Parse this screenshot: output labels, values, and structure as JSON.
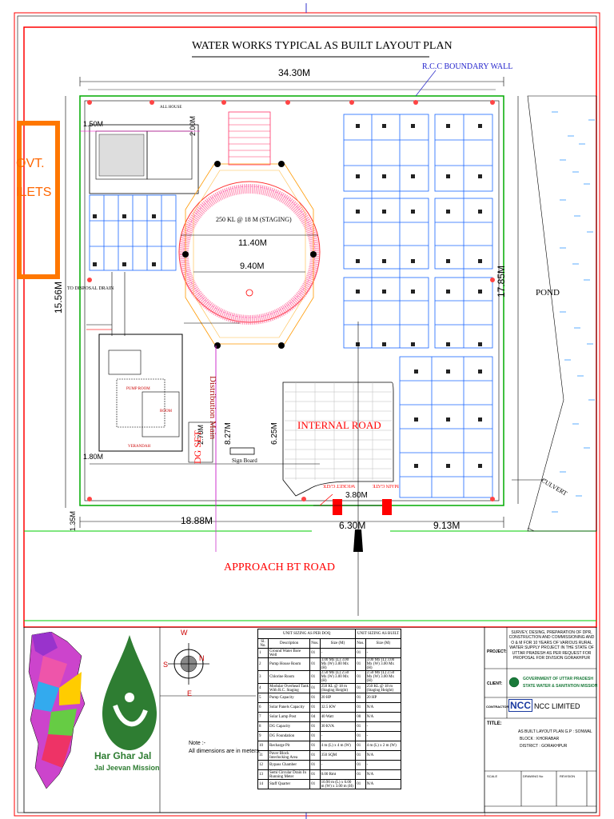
{
  "title": "WATER WORKS TYPICAL AS BUILT LAYOUT PLAN",
  "dimensions": {
    "overall_width": "34.30M",
    "overall_height": "17.85M",
    "left_height": "15.56M",
    "left_front": "18.88M",
    "middle_front": "6.30M",
    "right_front": "9.13M",
    "ohsr_outer": "11.40M",
    "ohsr_inner": "9.40M",
    "road_width": "6.25M",
    "road_depth": "8.27M",
    "small_1": "1.50M",
    "small_2": "2.00M",
    "small_3": "1.35M",
    "small_4": "1.80M",
    "small_5": "2.70M",
    "gate_1": "3.80M"
  },
  "labels": {
    "boundary": "R.C.C BOUNDARY WALL",
    "ohsr": "250 KL @ 18 M (STAGING)",
    "internal_road": "INTERNAL ROAD",
    "approach_road": "APPROACH BT ROAD",
    "pond": "POND",
    "culvert": "CULVERT",
    "sign_board": "Sign Board",
    "dg_set": "DG SET",
    "distribution_main": "Distribution Main",
    "pump_room": "PUMP ROOM",
    "room": "ROOM",
    "verandah": "VERANDAH",
    "main_gate": "MAIN GATE",
    "wicket_gate": "WICKET GATE",
    "drain": "TO DISPOSAL DRAIN",
    "pump_house": "ALL HOUSE",
    "govt_outlets": [
      "OVT.",
      "ILETS"
    ]
  },
  "logo": {
    "text_line1": "Har Ghar Jal",
    "text_line2": "Jal Jeevan Mission"
  },
  "compass": {
    "n": "N",
    "s": "S",
    "e": "E",
    "w": "W"
  },
  "note": {
    "heading": "Note :-",
    "text": "All dimensions are in meters."
  },
  "table": {
    "header_dpr": "UNIT SIZING AS PER DOQ",
    "header_built": "UNIT SIZING AS BUILT",
    "col_sn": "Sl. No.",
    "col_desc": "Description",
    "col_nos": "Nos.",
    "col_size": "Size (M)",
    "rows": [
      [
        "1",
        "Ground Water Bore Well",
        "01",
        "-",
        "01",
        "-"
      ],
      [
        "2",
        "Pump House Room",
        "01",
        "3.00 Mx (L) 3.00 Mx (W) 3.00 Mx (H)",
        "01",
        "3.00 Mx (L) 3.00 Mx (W) 3.00 Mx (H)"
      ],
      [
        "3",
        "Chlorine Room",
        "01",
        "2.50 Mx (L) 2.50 Mx (W) 3.00 Mx (H)",
        "01",
        "2.50 Mx (L) 2.50 Mx (W) 3.00 Mx (H)"
      ],
      [
        "4",
        "Modular Overhead Tank With R.C. Staging",
        "01",
        "250 KL @ 18 m (Staging Height)",
        "01",
        "250 KL @ 18 m (Staging Height)"
      ],
      [
        "5",
        "Pump Capacity",
        "01",
        "20 HP",
        "01",
        "20 HP"
      ],
      [
        "6",
        "Solar Panels Capacity",
        "01",
        "32.5 KW",
        "01",
        "N/A"
      ],
      [
        "7",
        "Solar Lamp Post",
        "04",
        "40 Watt",
        "00",
        "N/A"
      ],
      [
        "8",
        "DG Capacity",
        "01",
        "30 KVA",
        "01",
        "-"
      ],
      [
        "9",
        "DG Foundation",
        "01",
        "-",
        "01",
        "-"
      ],
      [
        "10",
        "Recharge Pit",
        "01",
        "4 m (L) x 4 m (W)",
        "01",
        "4 m (L) x 2 m (W)"
      ],
      [
        "11",
        "Paver Block Interlocking Area",
        "01",
        "350 SQM",
        "01",
        "N/A"
      ],
      [
        "12",
        "Bypass Chamber",
        "01",
        "-",
        "01",
        "-"
      ],
      [
        "13",
        "Semi Circular Drain In Running Meter",
        "01",
        "0.00 Rmt",
        "01",
        "N/A"
      ],
      [
        "14",
        "Staff Quarter",
        "01",
        "10.90 m (L) x 6.00 m (W) x 3.00 m (H)",
        "01",
        "N/A"
      ]
    ]
  },
  "title_block": {
    "project_label": "PROJECT:",
    "project_text": "SURVEY, DESING, PREPARATION OF DPR, CONSTRUCTION AND COMMISSIONING AND O & M FOR 10 YEARS OF VARIOUS RURAL WATER SUPPLY PROJECT IN THE STATE OF UTTAR PRADESH AS PER REQUEST FOR PROPOSAL FOR DIVISION GORAKHPUR",
    "client_label": "CLIENT:",
    "client_line1": "GOVERNMENT OF UTTAR PRADESH",
    "client_line2": "STATE WATER & SANITATION MISSION",
    "contractor_label": "CONTRACTOR:",
    "contractor_logo": "NCC",
    "contractor_name": "NCC LIMITED",
    "title_label": "TITLE:",
    "title_line1": "AS BUILT LAYOUT PLAN G.P : SONWAL",
    "title_line2": "BLOCK : KHORABAR",
    "title_line3": "DISTRICT : GORAKHPUR",
    "scale_label": "SCALE",
    "drawing_label": "DRAWING No",
    "revision_label": "REVISION"
  }
}
